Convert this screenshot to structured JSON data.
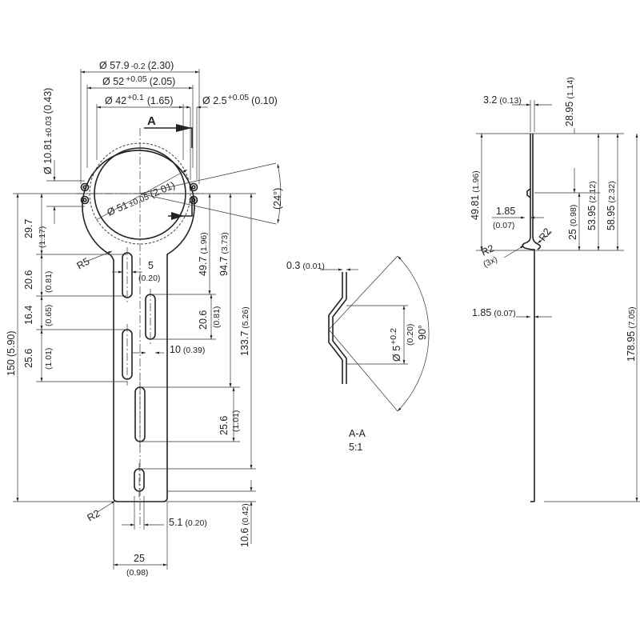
{
  "front": {
    "d1": "Ø 57.9",
    "d1_tol": "-0.2",
    "d1_in": "(2.30)",
    "d2": "Ø 52",
    "d2_tol": "+0.05",
    "d2_in": "(2.05)",
    "d3": "Ø 42",
    "d3_tol": "+0.1",
    "d3_in": "(1.65)",
    "d4": "Ø 2.5",
    "d4_tol": "+0.05",
    "d4_in": "(0.10)",
    "section_marker": "A",
    "d5": "Ø 10.81",
    "d5_tol": "±0.03",
    "d5_in": "(0.43)",
    "d6": "Ø 51",
    "d6_tol": "±0.05",
    "d6_in": "(2.01)",
    "angle": "(24°)",
    "r5": "R5",
    "r2": "R2",
    "v29_7": "29.7",
    "v29_7_in": "(1.17)",
    "v20_6a": "20.6",
    "v20_6a_in": "(0.81)",
    "v16_4": "16.4",
    "v16_4_in": "(0.65)",
    "v25_6a": "25.6",
    "v25_6a_in": "(1.01)",
    "v150": "150",
    "v150_in": "(5.90)",
    "h5": "5",
    "h5_in": "(0.20)",
    "v49_7": "49.7",
    "v49_7_in": "(1.96)",
    "v94_7": "94.7",
    "v94_7_in": "(3.73)",
    "v133_7": "133.7",
    "v133_7_in": "(5.26)",
    "v20_6b": "20.6",
    "v20_6b_in": "(0.81)",
    "h10": "10",
    "h10_in": "(0.39)",
    "v25_6b": "25.6",
    "v25_6b_in": "(1.01)",
    "h5_1": "5.1",
    "h5_1_in": "(0.20)",
    "v10_6": "10.6",
    "v10_6_in": "(0.42)",
    "h25": "25",
    "h25_in": "(0.98)"
  },
  "section": {
    "t0_3": "0.3",
    "t0_3_in": "(0.01)",
    "d5": "Ø 5",
    "d5_tol": "+0.2",
    "d5_in": "(0.20)",
    "angle": "90°",
    "label": "A-A",
    "scale": "5:1"
  },
  "side": {
    "t3_2": "3.2",
    "t3_2_in": "(0.13)",
    "v28_95": "28.95",
    "v28_95_in": "(1.14)",
    "v49_81": "49.81",
    "v49_81_in": "(1.96)",
    "v53_95": "53.95",
    "v53_95_in": "(2.12)",
    "v58_95": "58.95",
    "v58_95_in": "(2.32)",
    "h1_85a": "1.85",
    "h1_85a_in": "(0.07)",
    "v25": "25",
    "v25_in": "(0.98)",
    "r2a": "R2",
    "r2b": "R2",
    "r2b_qty": "(3x)",
    "h1_85b": "1.85",
    "h1_85b_in": "(0.07)",
    "v178_95": "178.95",
    "v178_95_in": "(7.05)"
  }
}
